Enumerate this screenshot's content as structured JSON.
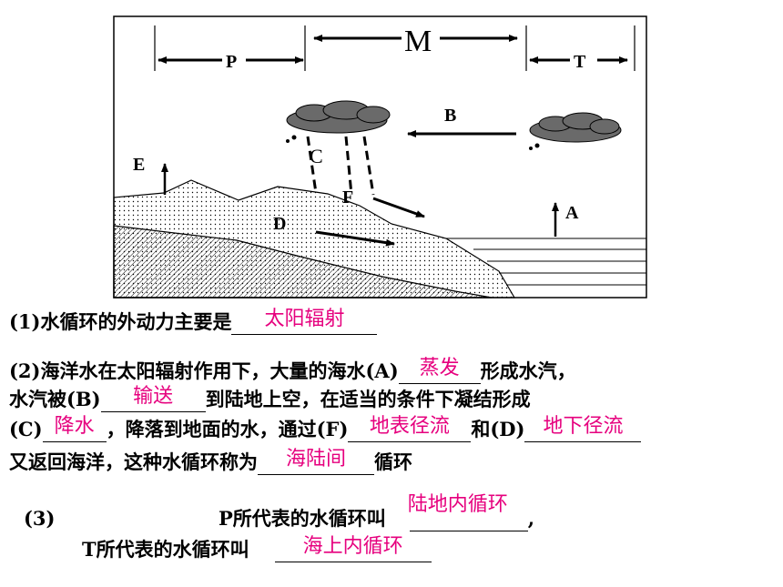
{
  "diagram": {
    "labels": {
      "P": "P",
      "M": "M",
      "T": "T",
      "B": "B",
      "C": "C",
      "E": "E",
      "F": "F",
      "D": "D",
      "A": "A"
    }
  },
  "questions": {
    "q1": {
      "text": "(1)水循环的外动力主要是",
      "answer": "太阳辐射"
    },
    "q2": {
      "line1_pre": "(2)海洋水在太阳辐射作用下，大量的海水(A)",
      "answer_a": "蒸发",
      "line1_post": "形成水汽，",
      "line2_pre": "水汽被(B)",
      "answer_b": "输送",
      "line2_post": "到陆地上空，在适当的条件下凝结形成",
      "line3_pre": "(C)",
      "answer_c": "降水",
      "line3_mid": "，降落到地面的水，通过(F)",
      "answer_f": "地表径流",
      "line3_and": "和(D)",
      "answer_d": "地下径流",
      "line4_pre": "又返回海洋，这种水循环称为",
      "answer_cycle": "海陆间",
      "line4_post": "循环"
    },
    "q3": {
      "num": "(3)",
      "p_text": "P所代表的水循环叫",
      "p_answer": "陆地内循环",
      "p_comma": ",",
      "t_text": "T所代表的水循环叫",
      "t_answer": "海上内循环"
    }
  }
}
